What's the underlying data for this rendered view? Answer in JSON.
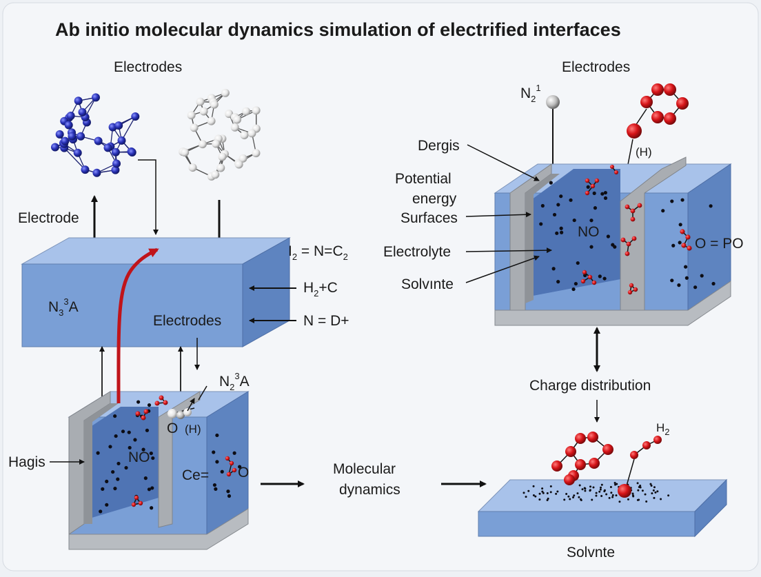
{
  "title": "Ab initio molecular dynamics simulation of electrified interfaces",
  "left": {
    "electrodes_header": "Electrodes",
    "electrode_label": "Electrode",
    "slab_label_n3a": {
      "base": "N",
      "sub": "3",
      "sup": "3",
      "tail": "A"
    },
    "slab_electrodes_label": "Electrodes",
    "right_labels": {
      "i2": {
        "a": "I",
        "a_sub": "2",
        "b": " = N=C",
        "b_sub": "2"
      },
      "h2c": {
        "a": "H",
        "a_sub": "2",
        "b": "+C"
      },
      "nd": "N = D+"
    },
    "cell_top_label": {
      "base": "N",
      "sub": "2",
      "sup": "3",
      "tail": "A"
    },
    "hagis_label": "Hagis",
    "no_label": "NO",
    "ce_label": "Ce=",
    "o_label": "O",
    "h_label": "(H)",
    "o2_label": "O"
  },
  "center": {
    "md_line1": "Molecular",
    "md_line2": "dynamics"
  },
  "right": {
    "electrodes_header": "Electrodes",
    "n2_label": {
      "base": "N",
      "sub": "2",
      "sup": "1"
    },
    "h_label": "(H)",
    "dergis": "Dergis",
    "potential_line1": "Potential",
    "potential_line2": "energy",
    "potential_line3": "Surfaces",
    "electrolyte": "Electrolyte",
    "solvinte": "Solvınte",
    "no_label": "NO",
    "o_po_o": "O",
    "o_po_rest": " = PO",
    "charge_distribution": "Charge distribution",
    "h2_label": {
      "base": "H",
      "sub": "2"
    },
    "solvinte_bottom": "Solvnte"
  },
  "colors": {
    "slab_front": "#7a9fd6",
    "slab_top": "#a8c2ea",
    "slab_side": "#5e84c0",
    "wall_gray": "#a9adb2",
    "red_arrow": "#c0141a",
    "atom_red": "#d61418",
    "atom_blue": "#2a33b8",
    "atom_white": "#f2f2f2"
  }
}
